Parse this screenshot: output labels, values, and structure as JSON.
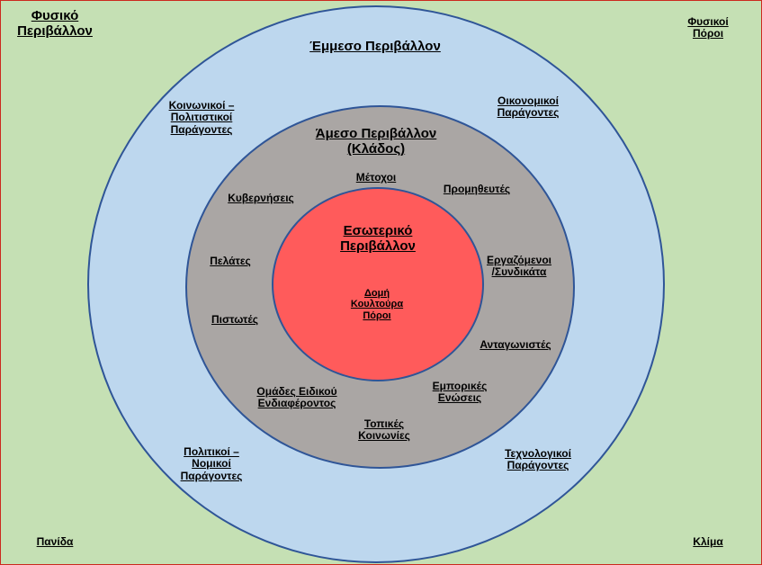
{
  "colors": {
    "physical_bg": "#c5e0b4",
    "indirect_fill": "#bdd7ee",
    "direct_fill": "#aaa6a4",
    "internal_fill": "#ff5b5b",
    "ring_border": "#2f5597",
    "frame_border": "#cc2a1e"
  },
  "physical": {
    "title": "Φυσικό\nΠεριβάλλον",
    "resources": "Φυσικοί Πόροι",
    "fauna": "Πανίδα",
    "climate": "Κλίμα"
  },
  "indirect": {
    "title": "Έμμεσο Περιβάλλον",
    "social_cultural": "Κοινωνικοί –\nΠολιτιστικοί\nΠαράγοντες",
    "economic": "Οικονομικοί\nΠαράγοντες",
    "political_legal": "Πολιτικοί –\nΝομικοί\nΠαράγοντες",
    "technological": "Τεχνολογικοί\nΠαράγοντες"
  },
  "direct": {
    "title": "Άμεσο Περιβάλλον\n(Κλάδος)",
    "shareholders": "Μέτοχοι",
    "suppliers": "Προμηθευτές",
    "governments": "Κυβερνήσεις",
    "customers": "Πελάτες",
    "employees_unions": "Εργαζόμενοι\n/Συνδικάτα",
    "creditors": "Πιστωτές",
    "competitors": "Ανταγωνιστές",
    "interest_groups": "Ομάδες Ειδικού\nΕνδιαφέροντος",
    "trade_unions": "Εμπορικές\nΕνώσεις",
    "local_communities": "Τοπικές\nΚοινωνίες"
  },
  "internal": {
    "title": "Εσωτερικό\nΠεριβάλλον",
    "elements": "Δομή\nΚουλτούρα\nΠόροι"
  }
}
